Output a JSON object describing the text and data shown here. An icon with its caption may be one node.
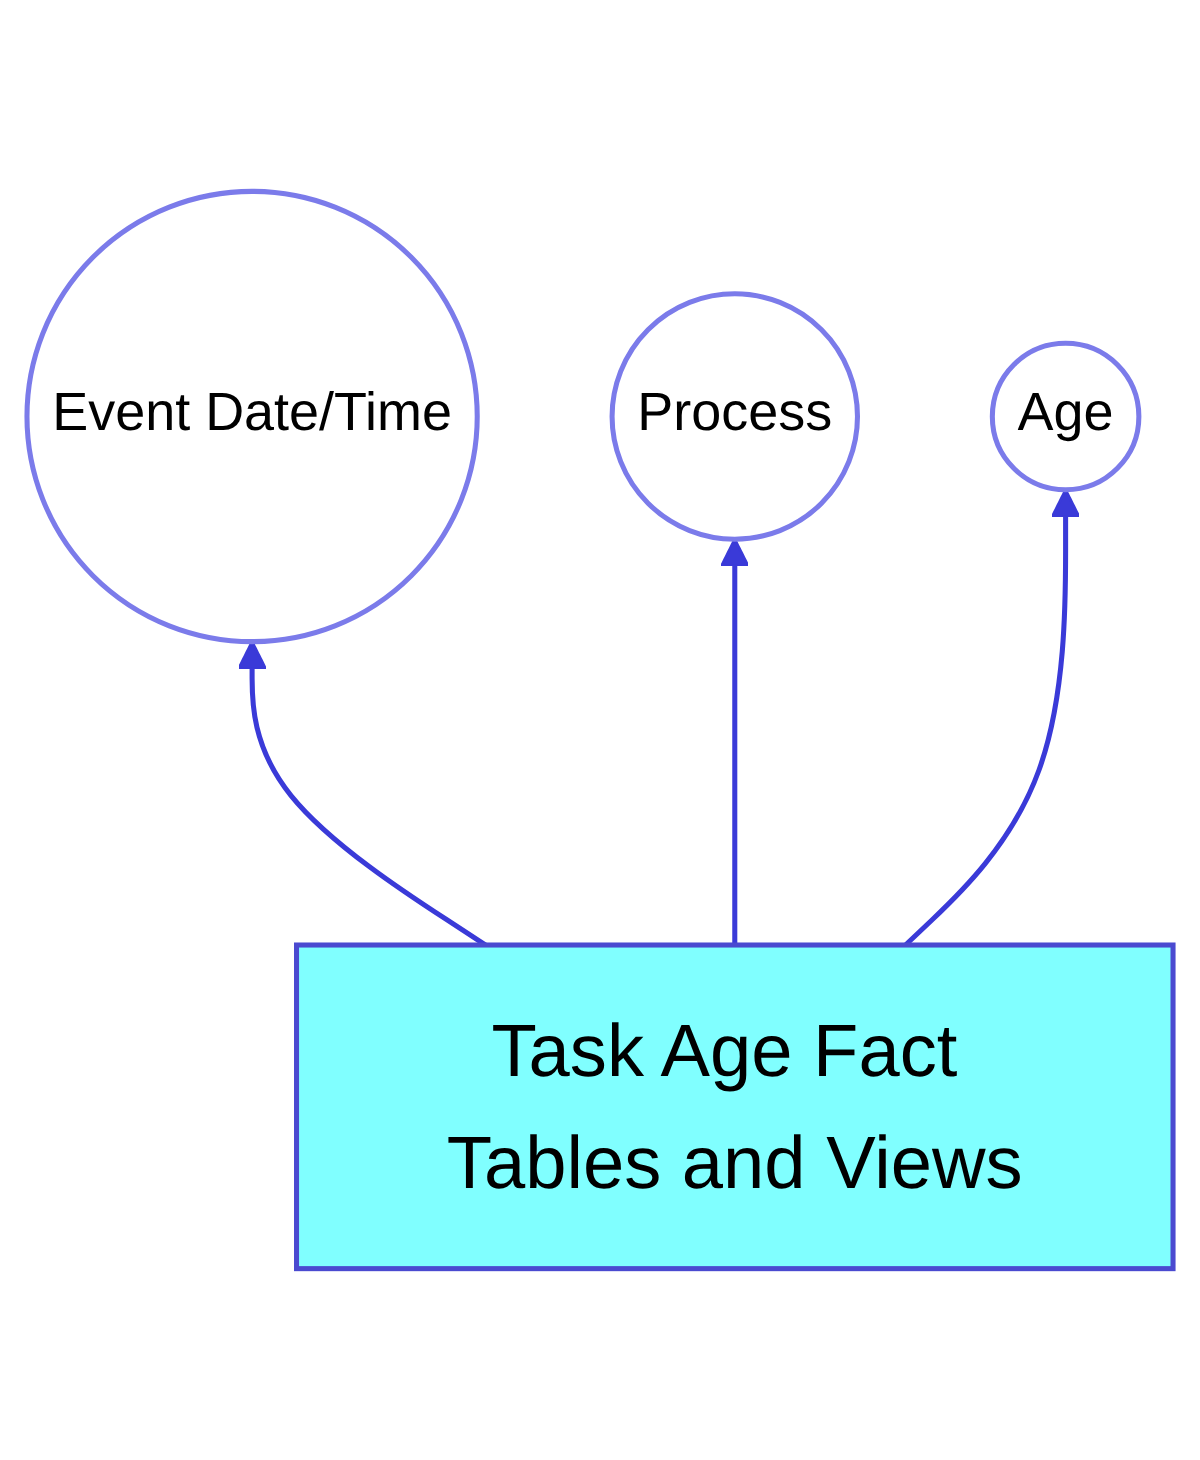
{
  "diagram": {
    "nodes": [
      {
        "text": [
          "Event Date/Time"
        ]
      },
      {
        "text": [
          "Process"
        ]
      },
      {
        "text": [
          "Age"
        ]
      },
      {
        "text": [
          "Task Age Fact Tables and Views"
        ]
      }
    ],
    "edges": [
      {
        "from": 3,
        "to": 0,
        "arrow": "to"
      },
      {
        "from": 3,
        "to": 1,
        "arrow": "to"
      },
      {
        "from": 3,
        "to": 2,
        "arrow": "to"
      }
    ]
  }
}
